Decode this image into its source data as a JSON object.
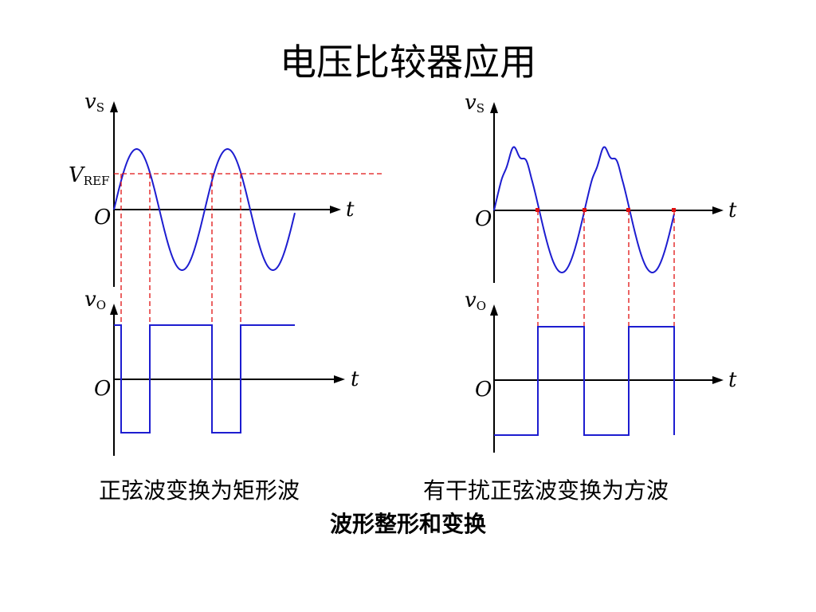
{
  "title": "电压比较器应用",
  "left_panel": {
    "input_label": "v",
    "input_sub": "S",
    "ref_label": "V",
    "ref_sub": "REF",
    "origin_label": "O",
    "time_label": "t",
    "output_label": "v",
    "output_sub": "O",
    "origin_label_2": "O",
    "time_label_2": "t"
  },
  "right_panel": {
    "input_label": "v",
    "input_sub": "S",
    "origin_label": "O",
    "time_label": "t",
    "output_label": "v",
    "output_sub": "O",
    "origin_label_2": "O",
    "time_label_2": "t"
  },
  "captions": {
    "left": "正弦波变换为矩形波",
    "right": "有干扰正弦波变换为方波",
    "bottom": "波形整形和变换"
  },
  "colors": {
    "waveform": "#1d1dd0",
    "guide": "#e01010",
    "axis": "#000000"
  }
}
